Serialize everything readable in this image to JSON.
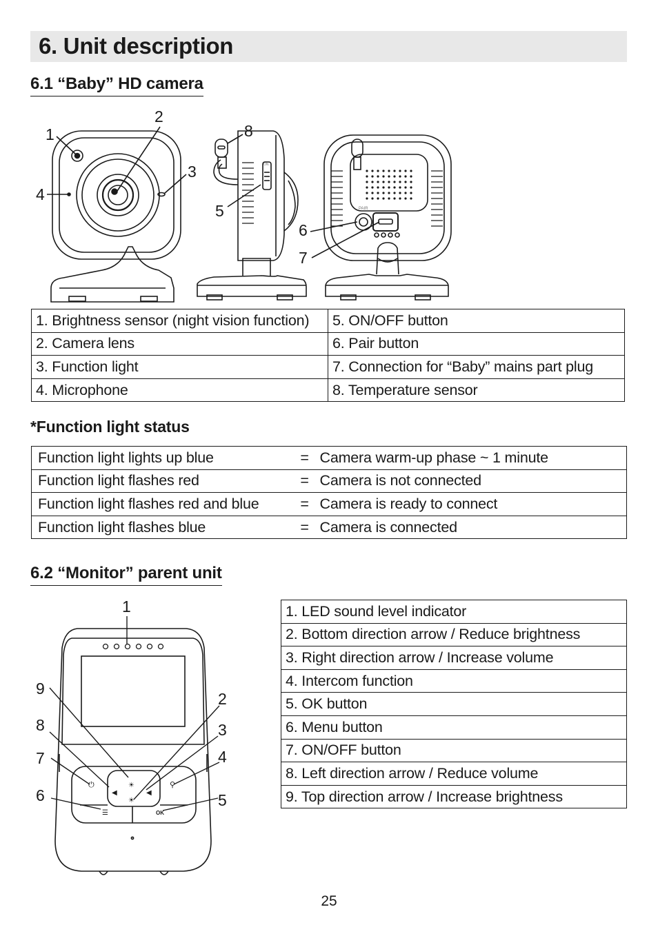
{
  "chapter": {
    "title": "6. Unit description"
  },
  "camera_section": {
    "title": "6.1 “Baby” HD camera",
    "callouts": [
      "1",
      "2",
      "3",
      "4",
      "5",
      "6",
      "7",
      "8"
    ],
    "back_labels": {
      "pair": "PAIR",
      "on": "ON"
    },
    "parts": [
      [
        "1. Brightness sensor (night vision function)",
        "5. ON/OFF button"
      ],
      [
        "2. Camera lens",
        "6. Pair button"
      ],
      [
        "3. Function light",
        "7. Connection for “Baby” mains part plug"
      ],
      [
        "4. Microphone",
        "8. Temperature sensor"
      ]
    ]
  },
  "function_light": {
    "title": "*Function light status",
    "rows": [
      {
        "state": "Function light lights up blue",
        "sep": "=",
        "meaning": "Camera warm-up phase ~ 1 minute"
      },
      {
        "state": "Function light flashes red",
        "sep": "=",
        "meaning": "Camera is not connected"
      },
      {
        "state": "Function light flashes red and blue",
        "sep": "=",
        "meaning": "Camera is ready to connect"
      },
      {
        "state": "Function light flashes blue",
        "sep": "=",
        "meaning": "Camera is connected"
      }
    ]
  },
  "monitor_section": {
    "title": "6.2 “Monitor” parent unit",
    "callouts": [
      "1",
      "2",
      "3",
      "4",
      "5",
      "6",
      "7",
      "8",
      "9"
    ],
    "ok_label": "OK",
    "parts": [
      "1. LED sound level indicator",
      "2. Bottom direction arrow / Reduce brightness",
      "3. Right direction arrow / Increase volume",
      "4. Intercom function",
      "5. OK button",
      "6. Menu button",
      "7. ON/OFF button",
      "8. Left direction arrow / Reduce volume",
      "9. Top direction arrow / Increase brightness"
    ]
  },
  "footer": {
    "page_number": "25"
  }
}
